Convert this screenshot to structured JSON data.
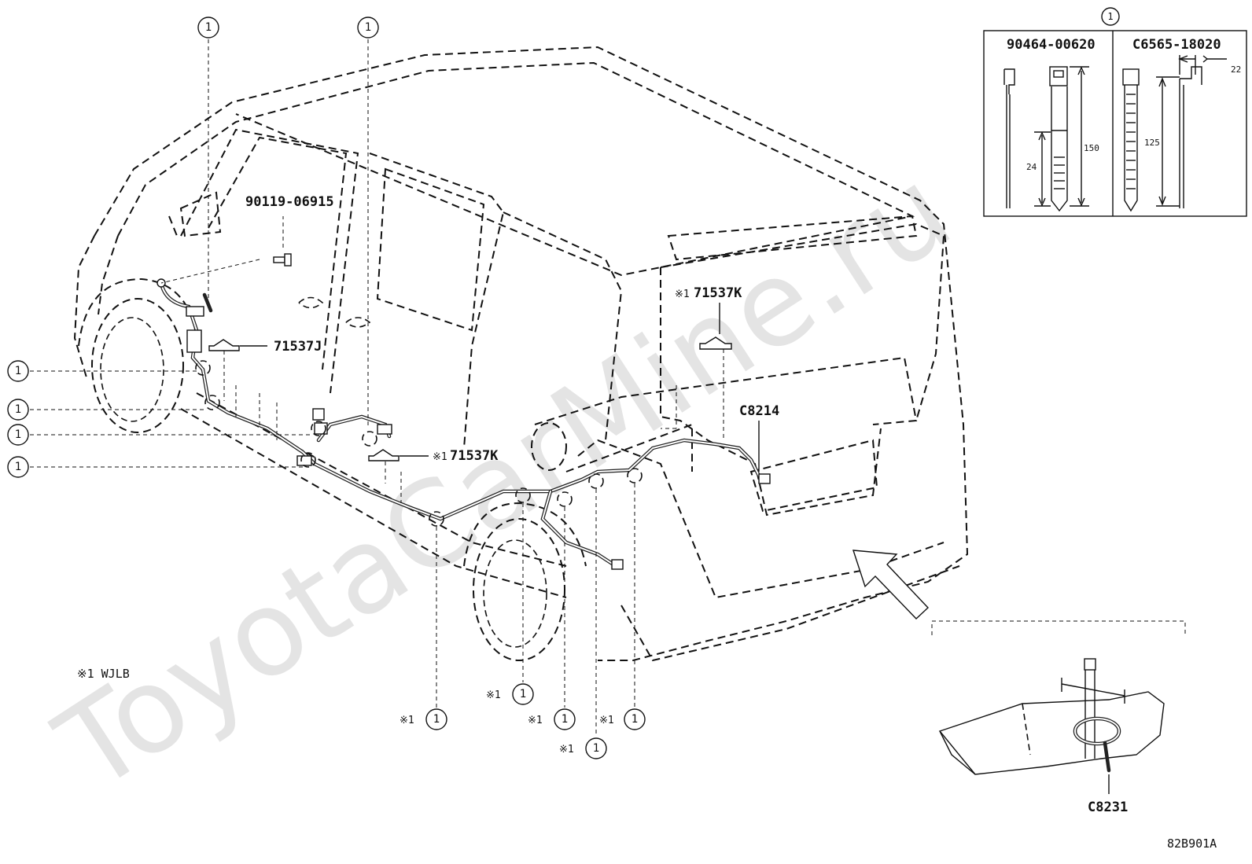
{
  "watermark": "ToyotaCarMine.ru",
  "parts": {
    "bolt": "90119-06915",
    "clamp_j": "71537J",
    "clamp_k_upper": "71537K",
    "clamp_k_lower": "71537K",
    "connector_1": "C8214",
    "connector_2": "C8231",
    "note_mark": "※1"
  },
  "legend": {
    "note": "※1 WJLB",
    "ref_number": "1"
  },
  "inset": {
    "header_ref": "1",
    "part_a": "90464-00620",
    "part_b": "C6565-18020",
    "dim_150": "150",
    "dim_24": "24",
    "dim_125": "125",
    "dim_22": "22"
  },
  "drawing_code": "82B901A"
}
